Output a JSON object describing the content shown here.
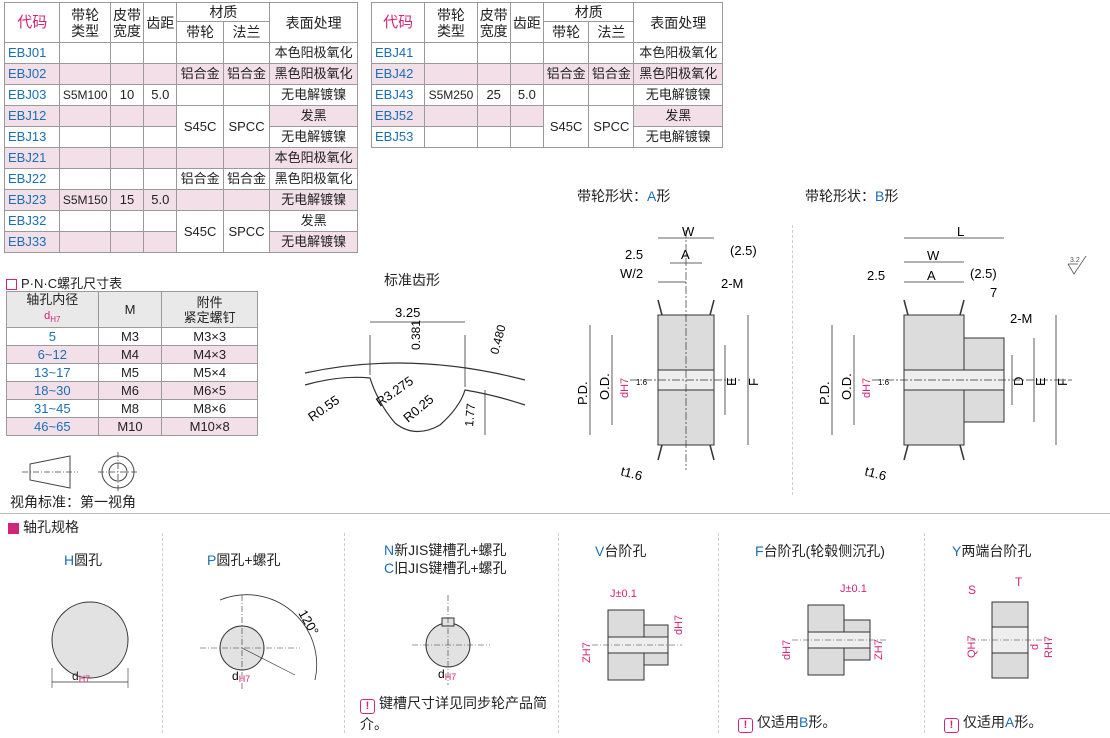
{
  "table1": {
    "headers": {
      "code": "代码",
      "type": "带轮\n类型",
      "width": "皮带\n宽度",
      "pitch": "齿距",
      "material": "材质",
      "pulley": "带轮",
      "flange": "法兰",
      "surface": "表面处理"
    },
    "codes": [
      "EBJ01",
      "EBJ02",
      "EBJ03",
      "EBJ12",
      "EBJ13",
      "EBJ21",
      "EBJ22",
      "EBJ23",
      "EBJ32",
      "EBJ33"
    ],
    "type1": "S5M100",
    "type2": "S5M150",
    "width1": "10",
    "width2": "15",
    "pitch": "5.0",
    "mat_al": "铝合金",
    "mat_s45c": "S45C",
    "mat_spcc": "SPCC",
    "surfaces": [
      "本色阳极氧化",
      "黑色阳极氧化",
      "无电解镀镍",
      "发黑",
      "无电解镀镍",
      "本色阳极氧化",
      "黑色阳极氧化",
      "无电解镀镍",
      "发黑",
      "无电解镀镍"
    ]
  },
  "table2": {
    "codes": [
      "EBJ41",
      "EBJ42",
      "EBJ43",
      "EBJ52",
      "EBJ53"
    ],
    "type": "S5M250",
    "width": "25",
    "pitch": "5.0",
    "surfaces": [
      "本色阳极氧化",
      "黑色阳极氧化",
      "无电解镀镍",
      "发黑",
      "无电解镀镍"
    ]
  },
  "pnc": {
    "title": "P·N·C螺孔尺寸表",
    "h1": "轴孔内径",
    "h1sub": "dH7",
    "h2": "M",
    "h3": "附件\n紧定螺钉",
    "rows": [
      [
        "5",
        "M3",
        "M3×3"
      ],
      [
        "6~12",
        "M4",
        "M4×3"
      ],
      [
        "13~17",
        "M5",
        "M5×4"
      ],
      [
        "18~30",
        "M6",
        "M6×5"
      ],
      [
        "31~45",
        "M8",
        "M8×6"
      ],
      [
        "46~65",
        "M10",
        "M10×8"
      ]
    ]
  },
  "view_std": "视角标准：第一视角",
  "tooth": {
    "title": "标准齿形",
    "d1": "3.25",
    "d2": "0.381",
    "d3": "0.480",
    "d4": "R0.55",
    "d5": "R3.275",
    "d6": "R0.25",
    "d7": "1.77"
  },
  "shapeA": {
    "title_pre": "带轮形状：",
    "title_letter": "A",
    "title_post": "形",
    "W": "W",
    "A": "A",
    "d25": "2.5",
    "d25b": "(2.5)",
    "W2": "W/2",
    "M": "2-M",
    "PD": "P.D.",
    "OD": "O.D.",
    "E": "E",
    "F": "F",
    "dH7": "dH7",
    "t": "t1.6",
    "r": "1.6"
  },
  "shapeB": {
    "title_pre": "带轮形状：",
    "title_letter": "B",
    "title_post": "形",
    "L": "L",
    "W": "W",
    "A": "A",
    "d25": "2.5",
    "d25b": "(2.5)",
    "seven": "7",
    "M": "2-M",
    "PD": "P.D.",
    "OD": "O.D.",
    "D": "D",
    "E": "E",
    "F": "F",
    "dH7": "dH7",
    "t": "t1.6",
    "r": "1.6",
    "rough": "3.2"
  },
  "bore": {
    "title": "轴孔规格",
    "H": {
      "letter": "H",
      "text": "圆孔",
      "d": "dH7"
    },
    "P": {
      "letter": "P",
      "text": "圆孔+螺孔",
      "d": "dH7",
      "ang": "120°"
    },
    "N": {
      "l1": "N",
      "t1": "新JIS键槽孔+螺孔",
      "l2": "C",
      "t2": "旧JIS键槽孔+螺孔",
      "d": "dH7",
      "note": "键槽尺寸详见同步轮产品简介。"
    },
    "V": {
      "letter": "V",
      "text": "台阶孔",
      "J": "J±0.1",
      "d": "dH7",
      "Z": "ZH7"
    },
    "F": {
      "letter": "F",
      "text": "台阶孔(轮毂侧沉孔)",
      "J": "J±0.1",
      "d": "dH7",
      "Z": "ZH7",
      "note_pre": "仅适用",
      "note_l": "B",
      "note_post": "形。"
    },
    "Y": {
      "letter": "Y",
      "text": "两端台阶孔",
      "S": "S",
      "T": "T",
      "Q": "QH7",
      "d": "d",
      "R": "RH7",
      "note_pre": "仅适用",
      "note_l": "A",
      "note_post": "形。"
    }
  }
}
